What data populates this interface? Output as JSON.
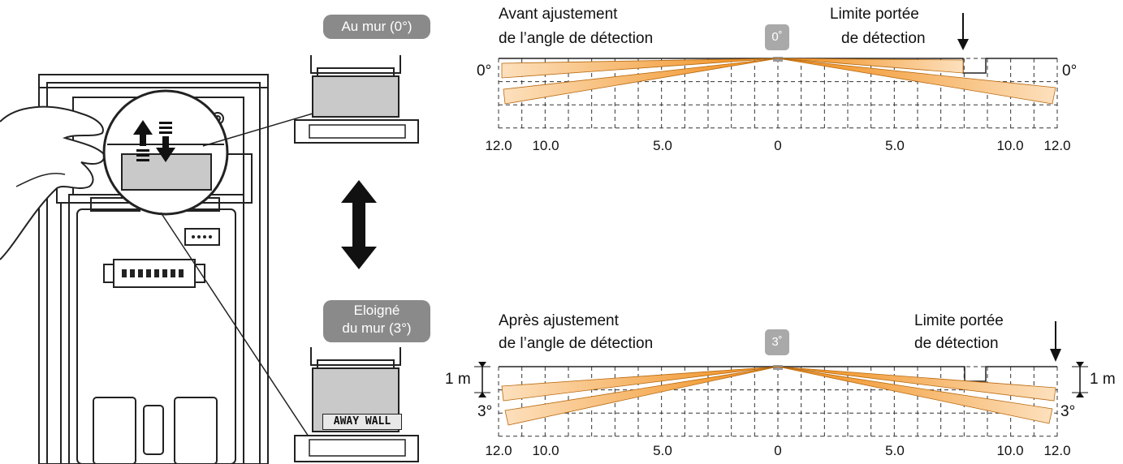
{
  "labels": {
    "wall_badge": "Au mur (0°)",
    "away_badge_line1": "Eloigné",
    "away_badge_line2": "du mur (3°)",
    "away_wall_marking": "AWAY WALL"
  },
  "diagram_top": {
    "title_line1": "Avant ajustement",
    "title_line2": "de l’angle de détection",
    "range_label_line1": "Limite portée",
    "range_label_line2": "de détection",
    "angle_chip": "0˚",
    "angle_left": "0°",
    "angle_right": "0°",
    "ticks": [
      "12.0",
      "10.0",
      "5.0",
      "0",
      "5.0",
      "10.0",
      "12.0"
    ]
  },
  "diagram_bottom": {
    "title_line1": "Après ajustement",
    "title_line2": "de l’angle de détection",
    "range_label_line1": "Limite portée",
    "range_label_line2": "de détection",
    "angle_chip": "3˚",
    "angle_left": "3°",
    "angle_right": "3°",
    "height_left": "1 m",
    "height_right": "1 m",
    "ticks": [
      "12.0",
      "10.0",
      "5.0",
      "0",
      "5.0",
      "10.0",
      "12.0"
    ]
  },
  "colors": {
    "beam_dark": "#ef8a14",
    "beam_light": "#fde0bd",
    "badge": "#8a8a8a",
    "chip": "#a9a9a9"
  }
}
